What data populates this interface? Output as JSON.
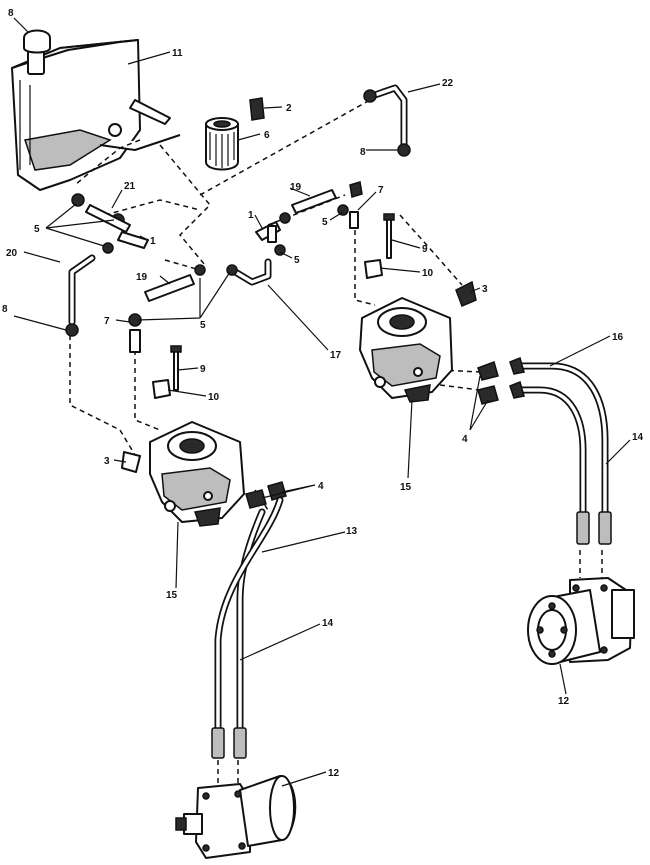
{
  "callouts": [
    {
      "id": "c-8-top",
      "text": "8"
    },
    {
      "id": "c-11",
      "text": "11"
    },
    {
      "id": "c-2",
      "text": "2"
    },
    {
      "id": "c-6",
      "text": "6"
    },
    {
      "id": "c-22",
      "text": "22"
    },
    {
      "id": "c-8-tube",
      "text": "8"
    },
    {
      "id": "c-21",
      "text": "21"
    },
    {
      "id": "c-5-left",
      "text": "5"
    },
    {
      "id": "c-1-left",
      "text": "1"
    },
    {
      "id": "c-1-mid",
      "text": "1"
    },
    {
      "id": "c-19-top",
      "text": "19"
    },
    {
      "id": "c-7-right",
      "text": "7"
    },
    {
      "id": "c-5-right-top",
      "text": "5"
    },
    {
      "id": "c-5-mid",
      "text": "5"
    },
    {
      "id": "c-20",
      "text": "20"
    },
    {
      "id": "c-9-right",
      "text": "9"
    },
    {
      "id": "c-10-right",
      "text": "10"
    },
    {
      "id": "c-3-right",
      "text": "3"
    },
    {
      "id": "c-19-left",
      "text": "19"
    },
    {
      "id": "c-8-left",
      "text": "8"
    },
    {
      "id": "c-7-left",
      "text": "7"
    },
    {
      "id": "c-5-lower",
      "text": "5"
    },
    {
      "id": "c-17",
      "text": "17"
    },
    {
      "id": "c-15-right",
      "text": "15"
    },
    {
      "id": "c-9-left",
      "text": "9"
    },
    {
      "id": "c-10-left",
      "text": "10"
    },
    {
      "id": "c-4-right",
      "text": "4"
    },
    {
      "id": "c-16-right",
      "text": "16"
    },
    {
      "id": "c-14-right",
      "text": "14"
    },
    {
      "id": "c-3-left",
      "text": "3"
    },
    {
      "id": "c-4-left",
      "text": "4"
    },
    {
      "id": "c-13",
      "text": "13"
    },
    {
      "id": "c-15-left",
      "text": "15"
    },
    {
      "id": "c-14-left",
      "text": "14"
    },
    {
      "id": "c-12-right",
      "text": "12"
    },
    {
      "id": "c-12-left",
      "text": "12"
    }
  ]
}
